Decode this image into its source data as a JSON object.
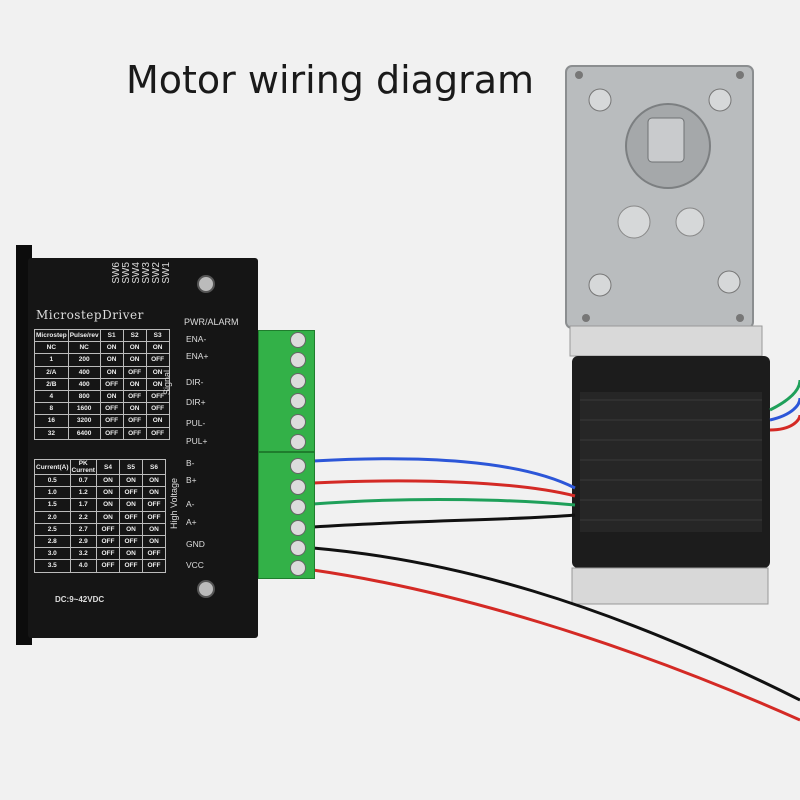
{
  "title": "Motor wiring diagram",
  "driver": {
    "brand": "MicrostepDriver",
    "switch_labels": [
      "SW6",
      "SW5",
      "SW4",
      "SW3",
      "SW2",
      "SW1"
    ],
    "pwr_alarm": "PWR/ALARM",
    "signal_label": "Signal",
    "high_voltage_label": "High Voltage",
    "dc_rating": "DC:9~42VDC",
    "pins": [
      "ENA-",
      "ENA+",
      "DIR-",
      "DIR+",
      "PUL-",
      "PUL+",
      "B-",
      "B+",
      "A-",
      "A+",
      "GND",
      "VCC"
    ],
    "microstep_table": {
      "headers": [
        "Microstep",
        "Pulse/rev",
        "S1",
        "S2",
        "S3"
      ],
      "rows": [
        [
          "NC",
          "NC",
          "ON",
          "ON",
          "ON"
        ],
        [
          "1",
          "200",
          "ON",
          "ON",
          "OFF"
        ],
        [
          "2/A",
          "400",
          "ON",
          "OFF",
          "ON"
        ],
        [
          "2/B",
          "400",
          "OFF",
          "ON",
          "ON"
        ],
        [
          "4",
          "800",
          "ON",
          "OFF",
          "OFF"
        ],
        [
          "8",
          "1600",
          "OFF",
          "ON",
          "OFF"
        ],
        [
          "16",
          "3200",
          "OFF",
          "OFF",
          "ON"
        ],
        [
          "32",
          "6400",
          "OFF",
          "OFF",
          "OFF"
        ]
      ]
    },
    "current_table": {
      "headers": [
        "Current(A)",
        "PK Current",
        "S4",
        "S5",
        "S6"
      ],
      "rows": [
        [
          "0.5",
          "0.7",
          "ON",
          "ON",
          "ON"
        ],
        [
          "1.0",
          "1.2",
          "ON",
          "OFF",
          "ON"
        ],
        [
          "1.5",
          "1.7",
          "ON",
          "ON",
          "OFF"
        ],
        [
          "2.0",
          "2.2",
          "ON",
          "OFF",
          "OFF"
        ],
        [
          "2.5",
          "2.7",
          "OFF",
          "ON",
          "ON"
        ],
        [
          "2.8",
          "2.9",
          "OFF",
          "OFF",
          "ON"
        ],
        [
          "3.0",
          "3.2",
          "OFF",
          "ON",
          "OFF"
        ],
        [
          "3.5",
          "4.0",
          "OFF",
          "OFF",
          "OFF"
        ]
      ]
    }
  },
  "wire_colors": {
    "blue": "#2c56d8",
    "red": "#d42a25",
    "green": "#1fa05a",
    "black": "#111111"
  }
}
